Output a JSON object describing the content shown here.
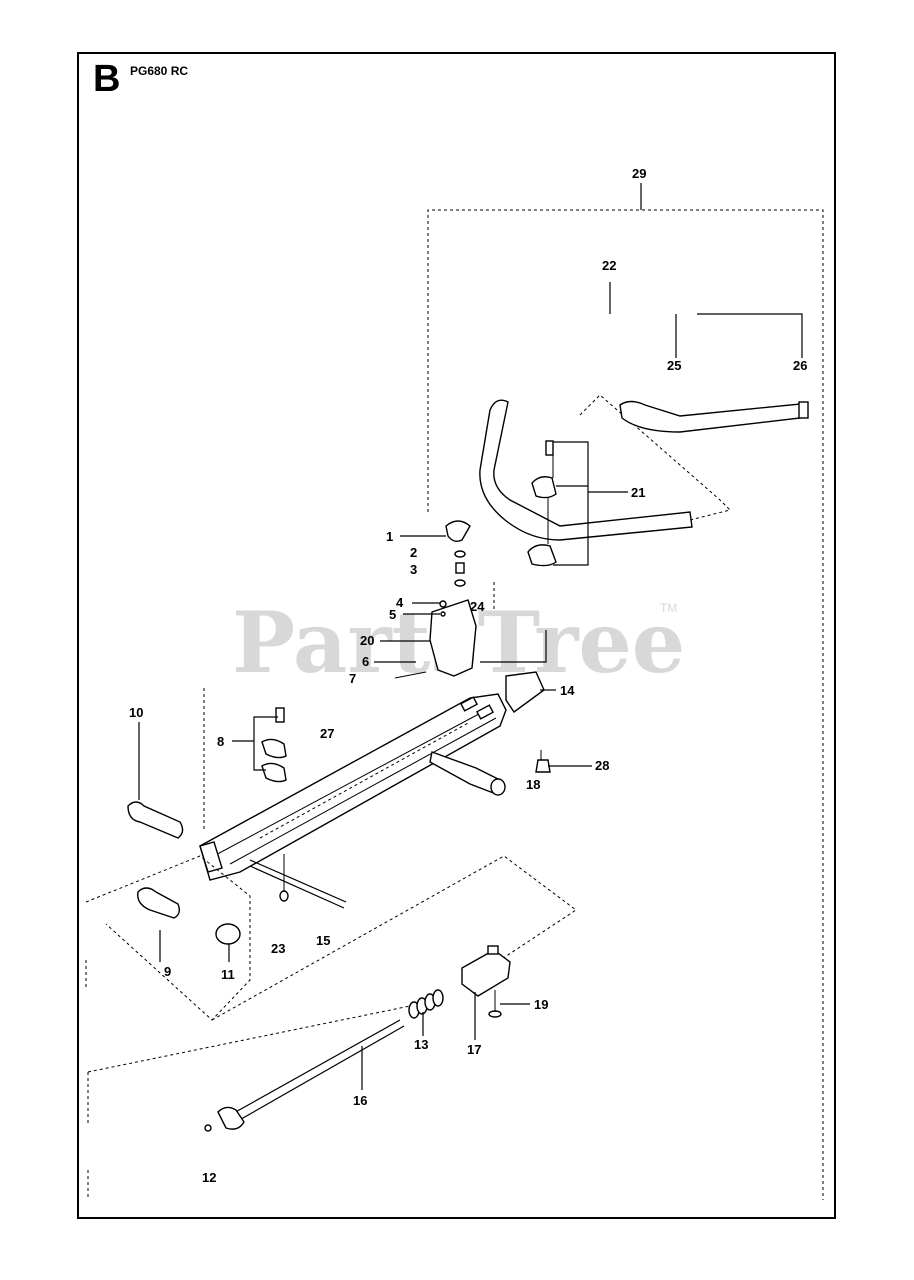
{
  "header": {
    "section": "B",
    "model": "PG680 RC"
  },
  "watermark": {
    "text": "PartsTree",
    "trademark": "TM"
  },
  "callouts": [
    "29",
    "22",
    "25",
    "26",
    "21",
    "1",
    "2",
    "3",
    "4",
    "5",
    "24",
    "20",
    "6",
    "7",
    "14",
    "10",
    "8",
    "27",
    "28",
    "18",
    "23",
    "15",
    "9",
    "11",
    "19",
    "13",
    "17",
    "16",
    "12"
  ]
}
